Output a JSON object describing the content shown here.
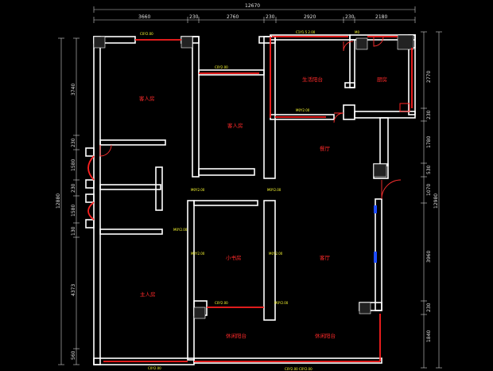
{
  "plan": {
    "top_dimensions": {
      "total": "12670",
      "segments": [
        "3660",
        "230",
        "2760",
        "230",
        "2920",
        "230",
        "2180"
      ]
    },
    "left_dimensions": {
      "total": "12880",
      "segments": [
        "3740",
        "230",
        "1580",
        "230",
        "1580",
        "130",
        "4373",
        "560"
      ]
    },
    "right_dimensions": {
      "total": "12980",
      "segments": [
        "2770",
        "230",
        "1780",
        "530",
        "1070",
        "3960",
        "230",
        "1840"
      ]
    },
    "rooms": {
      "guest_room_a": "客人房",
      "guest_room_b": "客人房",
      "kitchen_dining": "生活阳台",
      "kitchen": "厨房",
      "dining": "餐厅",
      "study": "小书房",
      "living": "客厅",
      "master": "主人房",
      "balcony_left": "休闲阳台",
      "balcony_right": "休闲阳台"
    },
    "tags": {
      "win_top_left": "C0Y2.00",
      "win_corridor": "C0Y2.00",
      "win_kitchen": "C1Y1.5 2.00",
      "win_kitchen_bottom": "M0Y2.00",
      "door_a": "M0Y2.00",
      "door_b": "M0Y2.00",
      "door_c": "M0Y2.00",
      "door_d": "M0Y2.00",
      "door_e": "M0Y2.00",
      "door_f": "M0Y2.00",
      "win_bottom_left": "C0Y2.00",
      "win_bottom_right": "C0Y2.00 C0Y2.00",
      "win_balcony": "C0Y2.00",
      "door_kitchen": "M0"
    }
  }
}
